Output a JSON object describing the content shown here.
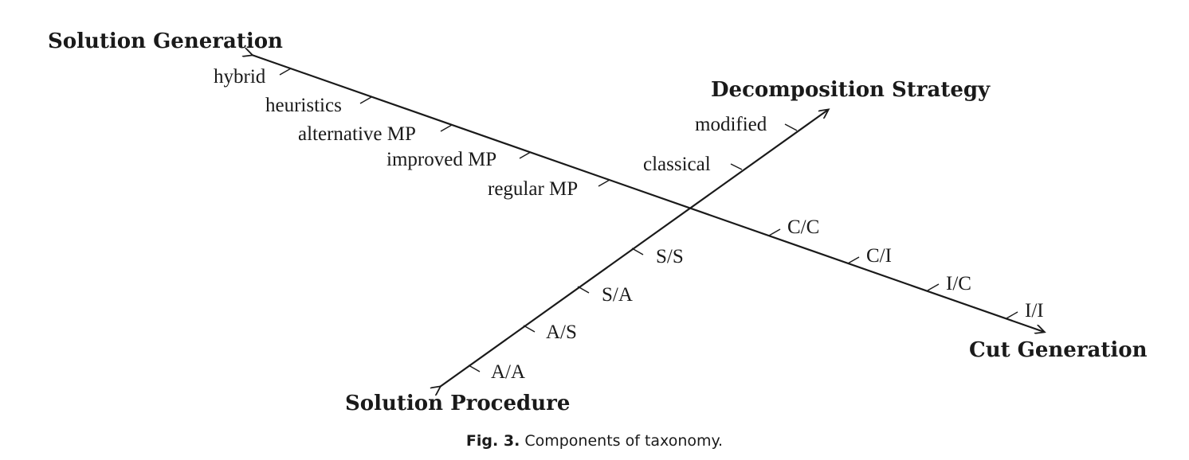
{
  "axes": {
    "solution_generation": {
      "title": "Solution Generation",
      "ticks": [
        "hybrid",
        "heuristics",
        "alternative MP",
        "improved MP",
        "regular MP"
      ]
    },
    "decomposition_strategy": {
      "title": "Decomposition Strategy",
      "ticks": [
        "modified",
        "classical"
      ]
    },
    "cut_generation": {
      "title": "Cut Generation",
      "ticks": [
        "C/C",
        "C/I",
        "I/C",
        "I/I"
      ]
    },
    "solution_procedure": {
      "title": "Solution Procedure",
      "ticks": [
        "S/S",
        "S/A",
        "A/S",
        "A/A"
      ]
    }
  },
  "caption": {
    "number": "Fig. 3.",
    "text": "Components of taxonomy."
  }
}
